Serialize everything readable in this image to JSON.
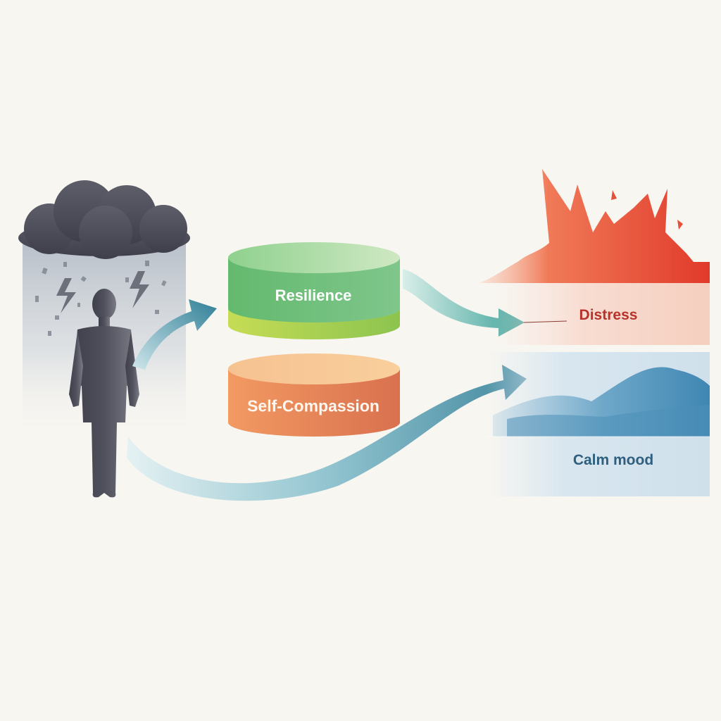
{
  "nodes": {
    "resilience": {
      "label": "Resilience"
    },
    "self_compassion": {
      "label": "Self-Compassion"
    },
    "distress": {
      "label": "Distress"
    },
    "calm_mood": {
      "label": "Calm mood"
    }
  },
  "colors": {
    "background": "#f8f6f1",
    "storm_cloud": "#4b4c57",
    "person": "#55565f",
    "resilience_green": "#6fbf73",
    "resilience_lime": "#a9d34f",
    "self_compassion_orange": "#e9875a",
    "distress_red": "#e4503a",
    "calm_blue": "#4f92ba",
    "arrow_teal": "#3f8ea3"
  }
}
